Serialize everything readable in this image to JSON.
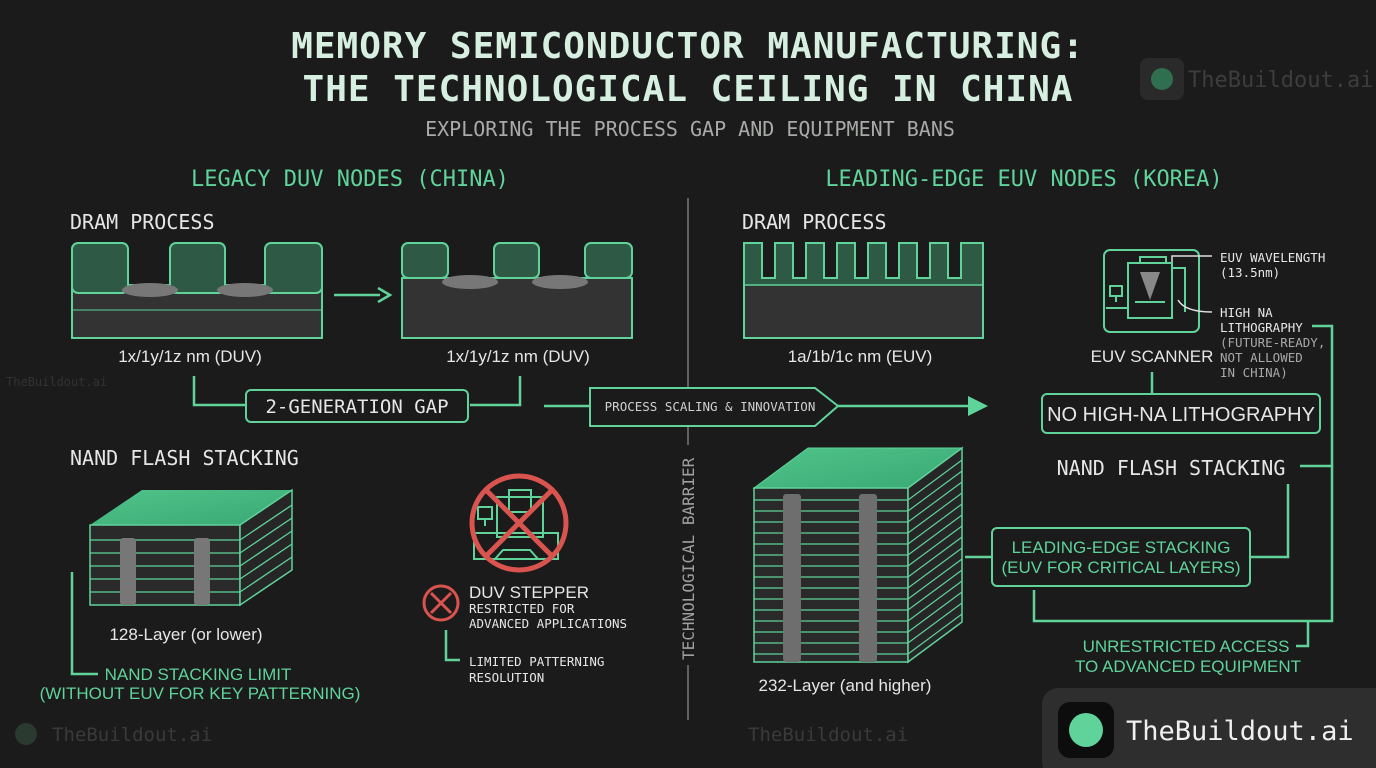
{
  "title": {
    "line1": "MEMORY SEMICONDUCTOR MANUFACTURING:",
    "line2": "THE TECHNOLOGICAL CEILING IN CHINA",
    "subtitle": "EXPLORING THE PROCESS GAP AND EQUIPMENT BANS"
  },
  "left": {
    "heading": "LEGACY DUV NODES (CHINA)",
    "dram_label": "DRAM PROCESS",
    "node1": "1x/1y/1z nm (DUV)",
    "node2": "1x/1y/1z nm (DUV)",
    "gap": "2-GENERATION GAP",
    "nand_label": "NAND FLASH STACKING",
    "nand_layers": "128-Layer (or lower)",
    "nand_limit_1": "NAND STACKING LIMIT",
    "nand_limit_2": "(WITHOUT EUV FOR KEY PATTERNING)",
    "stepper_title": "DUV STEPPER",
    "stepper_1": "RESTRICTED FOR",
    "stepper_2": "ADVANCED APPLICATIONS",
    "patterning_1": "LIMITED PATTERNING",
    "patterning_2": "RESOLUTION"
  },
  "center": {
    "scaling": "PROCESS SCALING & INNOVATION",
    "barrier": "TECHNOLOGICAL BARRIER"
  },
  "right": {
    "heading": "LEADING-EDGE EUV NODES (KOREA)",
    "dram_label": "DRAM PROCESS",
    "node": "1a/1b/1c nm (EUV)",
    "scanner": "EUV SCANNER",
    "wavelength_1": "EUV WAVELENGTH",
    "wavelength_2": "(13.5nm)",
    "highna_1": "HIGH NA",
    "highna_2": "LITHOGRAPHY",
    "highna_3": "(FUTURE-READY,",
    "highna_4": "NOT ALLOWED",
    "highna_5": "IN CHINA)",
    "no_highna": "NO HIGH-NA LITHOGRAPHY",
    "nand_label": "NAND FLASH STACKING",
    "stacking_1": "LEADING-EDGE STACKING",
    "stacking_2": "(EUV FOR CRITICAL LAYERS)",
    "nand_layers": "232-Layer (and higher)",
    "access_1": "UNRESTRICTED ACCESS",
    "access_2": "TO ADVANCED EQUIPMENT"
  },
  "brand": {
    "name": "TheBuildout.ai"
  },
  "colors": {
    "background": "#1b1b1b",
    "accent": "#5fd39a",
    "warning": "#d9534f"
  }
}
